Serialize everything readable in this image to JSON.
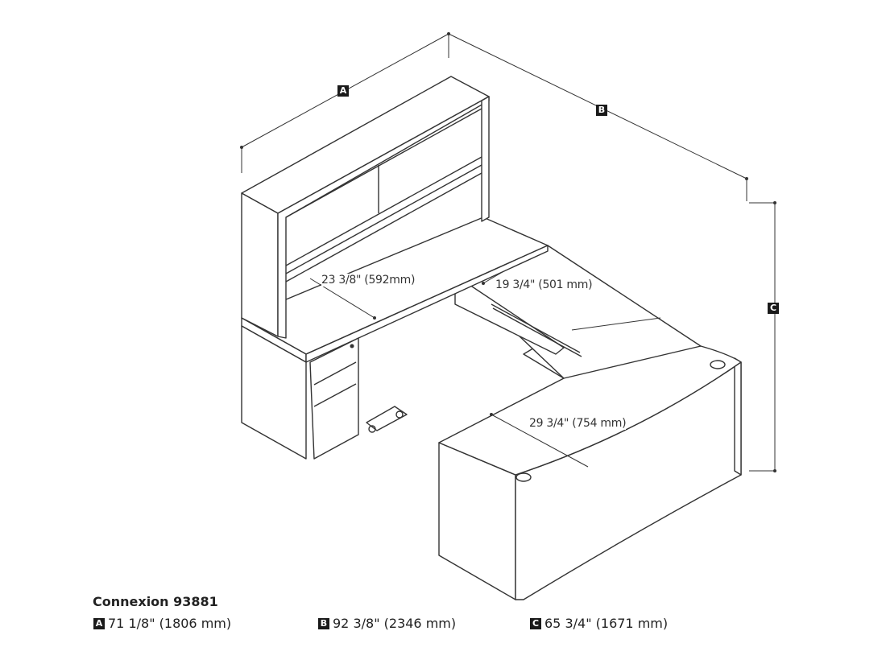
{
  "dimension_labels": {
    "A": "A",
    "B": "B",
    "C": "C"
  },
  "inner_dimensions": [
    "23 3/8\" (592mm)",
    "19 3/4\" (501 mm)",
    "29 3/4\" (754 mm)"
  ],
  "product": {
    "title": "Connexion 93881",
    "specs": [
      {
        "label": "A",
        "value": "71 1/8\" (1806 mm)"
      },
      {
        "label": "B",
        "value": "92 3/8\" (2346 mm)"
      },
      {
        "label": "C",
        "value": "65 3/4\" (1671 mm)"
      }
    ]
  }
}
